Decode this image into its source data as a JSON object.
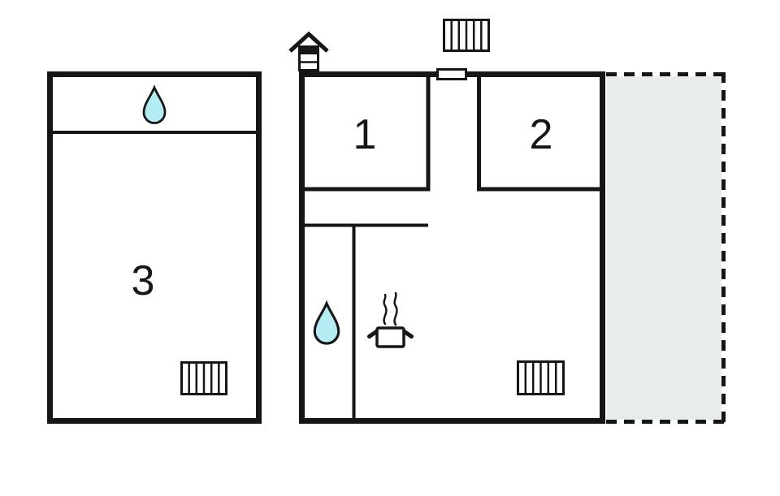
{
  "colors": {
    "line": "#161616",
    "water_drop_fill": "#b3ecf2",
    "terrace_fill": "#e7edea",
    "background": "#ffffff"
  },
  "rooms": [
    {
      "id": "room-1",
      "label": "1"
    },
    {
      "id": "room-2",
      "label": "2"
    },
    {
      "id": "room-3",
      "label": "3"
    }
  ],
  "icons": {
    "water_drop": "water-drop",
    "radiator": "radiator-grille",
    "chimney": "chimney-sauna-stove",
    "cooking_pot": "cooking-pot-with-steam",
    "door": "door-opening",
    "terrace": "dashed-terrace-area"
  }
}
